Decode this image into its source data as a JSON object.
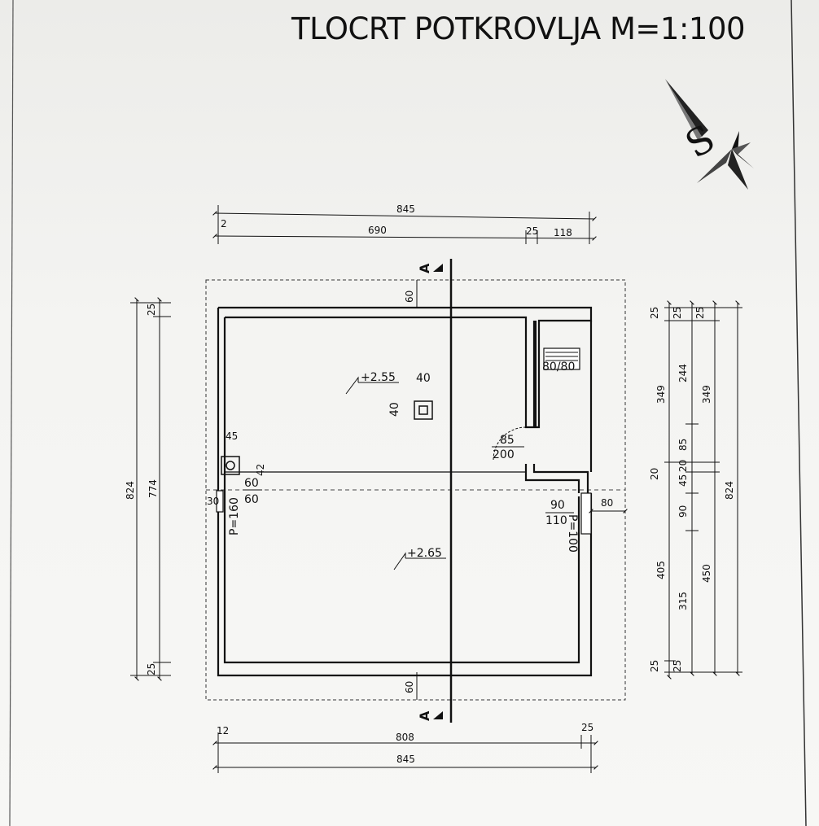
{
  "title": "TLOCRT POTKROVLJA  M=1:100",
  "compass": {
    "icon": "north-arrow-compass-icon",
    "letter": "S"
  },
  "section_marker": "A",
  "elevations": {
    "upper": "+2.55",
    "lower": "+2.65"
  },
  "labels": {
    "chimney_w": "40",
    "chimney_h": "40",
    "skylight": "80/80",
    "door_w": "85",
    "door_h": "200",
    "win_left_w": "60",
    "win_left_h": "60",
    "win_left_p": "P=160",
    "win_right_w": "90",
    "win_right_h": "110",
    "win_right_p": "P=100",
    "vent_45": "45",
    "vent_42": "42",
    "left_offset": "30",
    "right_offset": "80",
    "eave_top": "60",
    "eave_bottom": "60"
  },
  "dims": {
    "top_total": "845",
    "top_small": "2",
    "top_main": "690",
    "top_wall": "25",
    "top_right": "118",
    "bottom_small": "12",
    "bottom_main": "808",
    "bottom_wall": "25",
    "bottom_total": "845",
    "left_total": "824",
    "left_inner": "774",
    "left_top": "25",
    "left_bottom": "25",
    "r1_top": "25",
    "r1_a": "349",
    "r1_b": "20",
    "r1_c": "405",
    "r1_bottom": "25",
    "r2_top": "25",
    "r2_a": "244",
    "r2_b": "85",
    "r2_c": "20",
    "r2_d": "45",
    "r2_e": "90",
    "r2_f": "315",
    "r2_bottom": "25",
    "r3_top": "25",
    "r3_a": "349",
    "r3_b": "450",
    "r4_total": "824"
  }
}
